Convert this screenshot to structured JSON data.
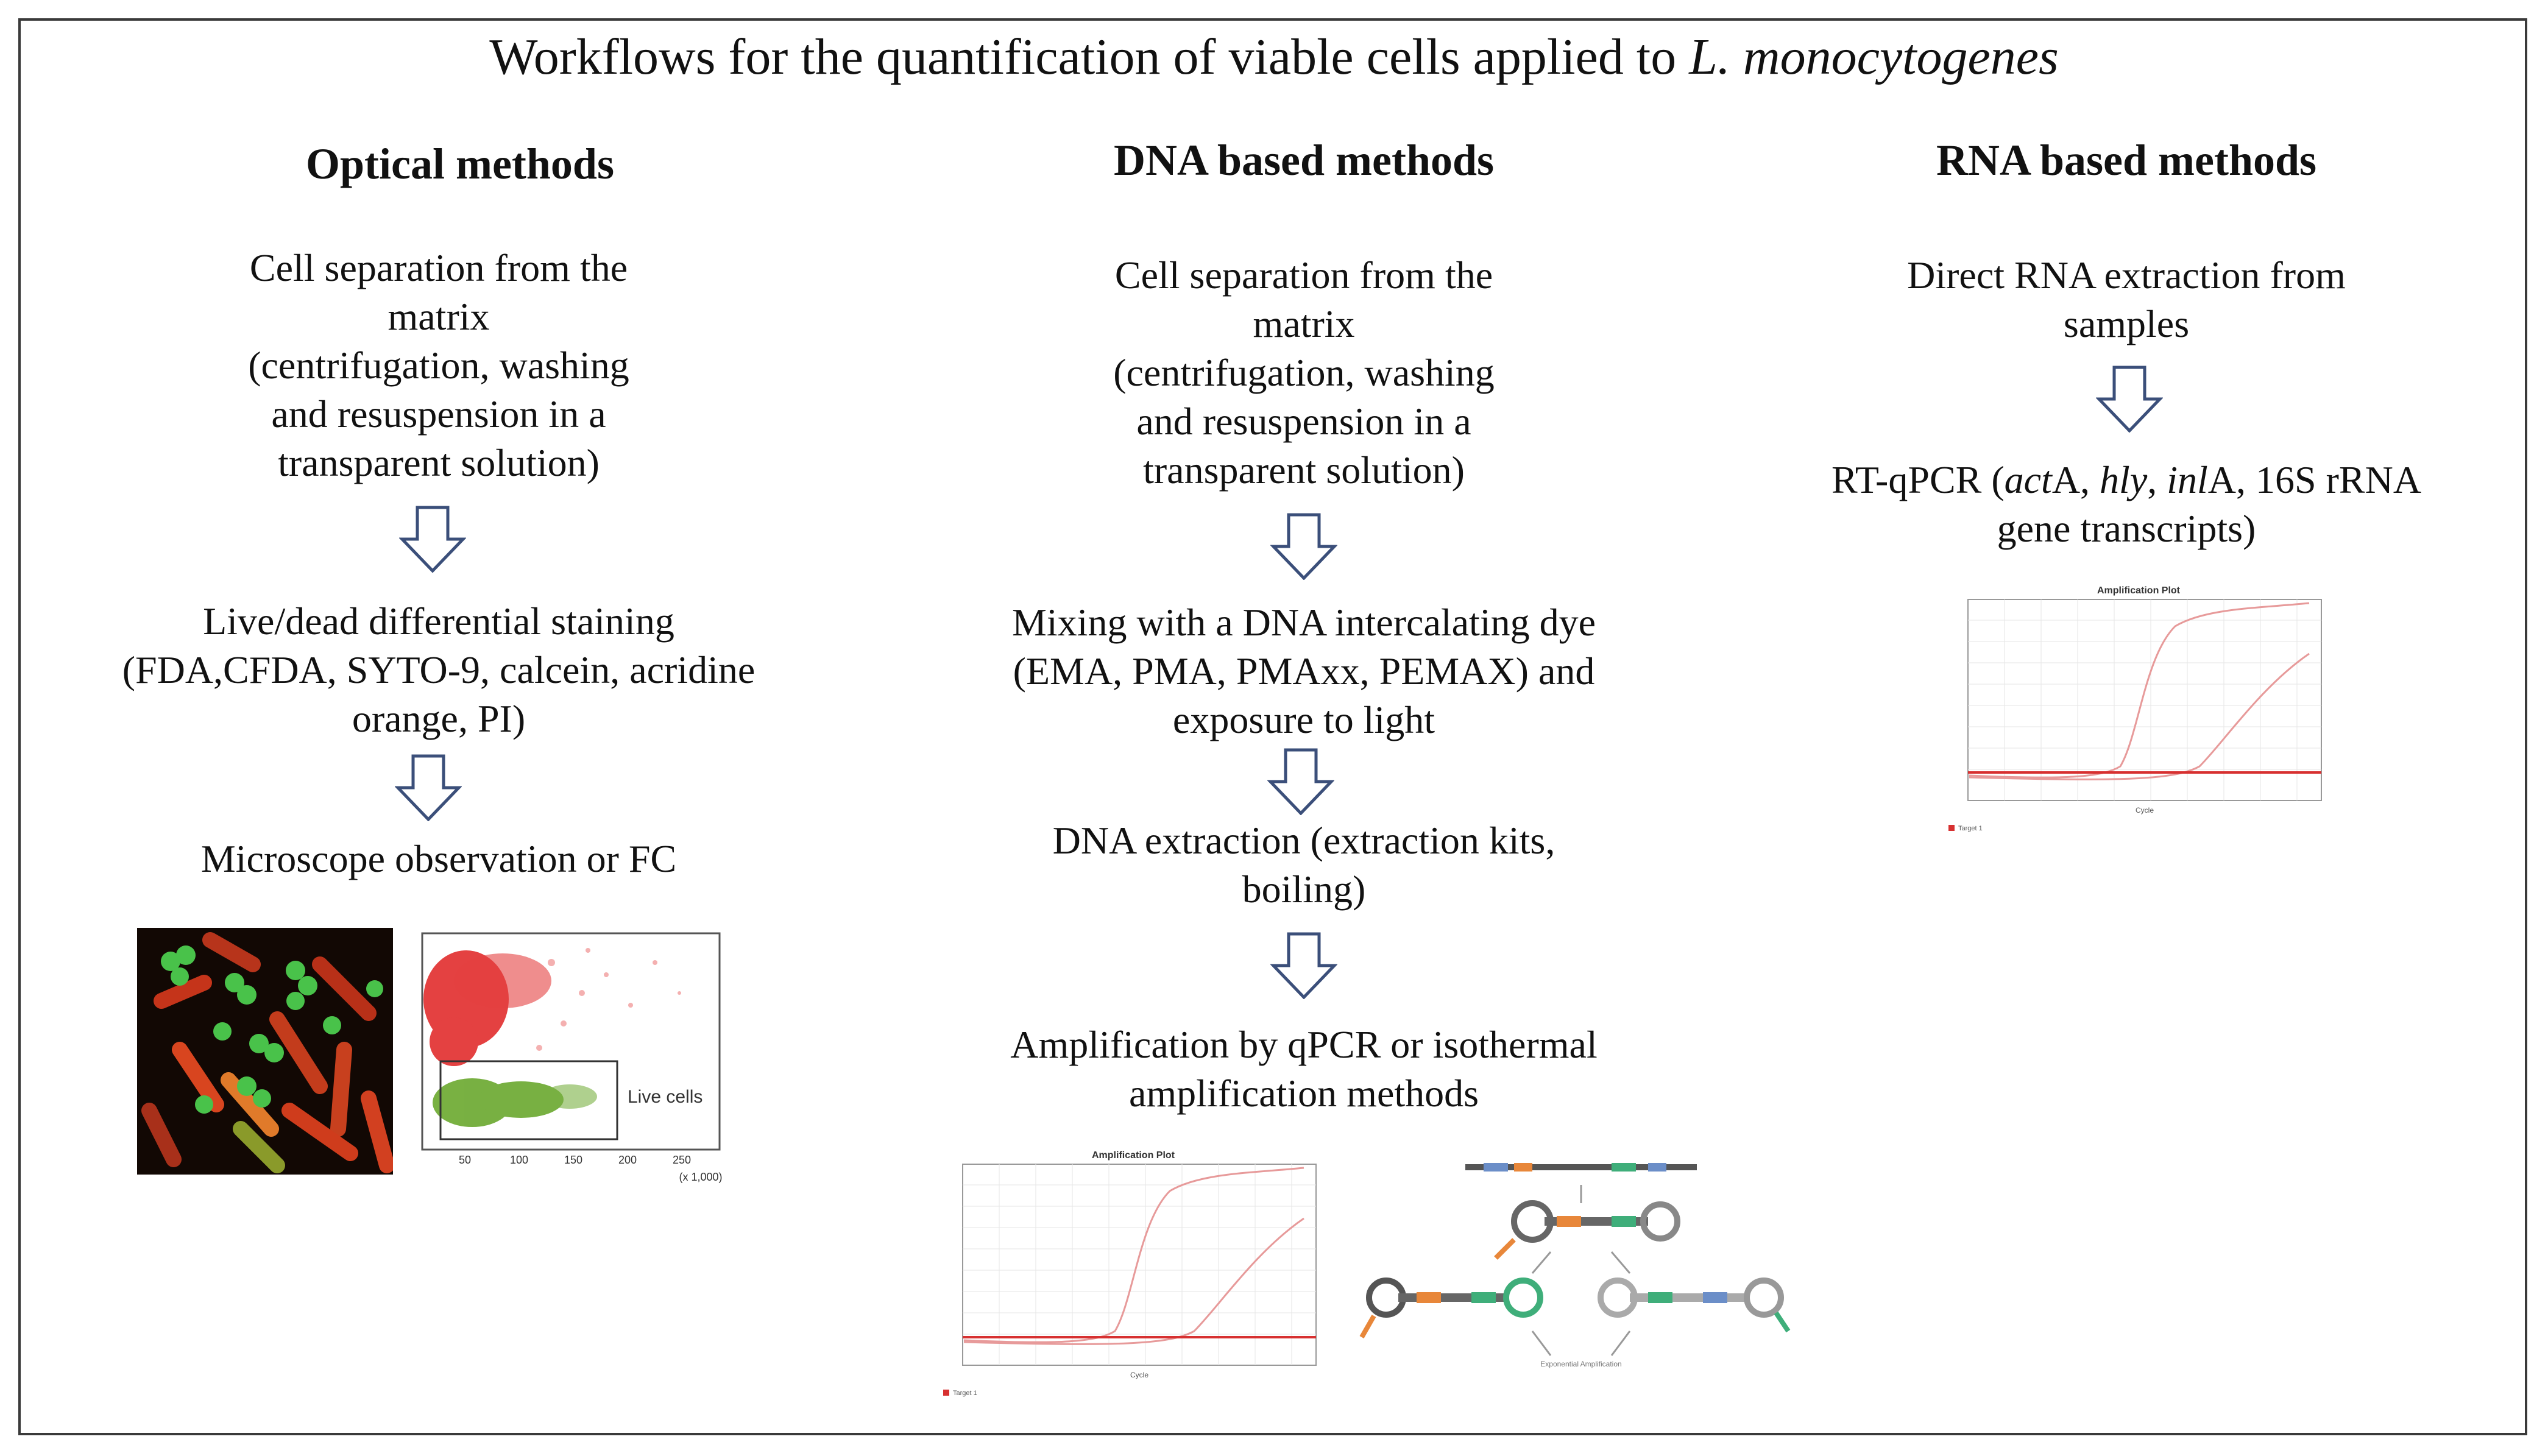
{
  "title": {
    "prefix": "Workflows  for the quantification of viable  cells applied  to ",
    "species": "L. monocytogenes"
  },
  "optical": {
    "heading": "Optical methods",
    "step1": [
      "Cell separation from the",
      "matrix",
      "(centrifugation,  washing",
      "and resuspension in a",
      "transparent solution)"
    ],
    "step2": [
      "Live/dead differential staining",
      "(FDA,CFDA, SYTO-9, calcein, acridine",
      "orange, PI)"
    ],
    "step3": "Microscope observation or FC",
    "flow_plot": {
      "gate_label": "Live cells",
      "x_ticks": [
        "50",
        "100",
        "150",
        "200",
        "250"
      ],
      "x_unit": "(x 1,000)"
    }
  },
  "dna": {
    "heading": "DNA based methods",
    "step1": [
      "Cell separation from the",
      "matrix",
      "(centrifugation,  washing",
      "and resuspension in a",
      "transparent solution)"
    ],
    "step2": [
      "Mixing with a DNA intercalating  dye",
      "(EMA, PMA, PMAxx, PEMAX) and",
      "exposure to light"
    ],
    "step3": [
      "DNA extraction (extraction kits,",
      "boiling)"
    ],
    "step4": [
      "Amplification by qPCR or isothermal",
      "amplification  methods"
    ],
    "amp_plot": {
      "title": "Amplification Plot",
      "xlabel": "Cycle",
      "legend": "Target 1"
    },
    "lamp_diagram": {
      "bottom_label": "Exponential Amplification"
    }
  },
  "rna": {
    "heading": "RNA based methods",
    "step1": [
      "Direct RNA extraction from",
      "samples"
    ],
    "step2": {
      "pre": "RT-qPCR (",
      "g1": "act",
      "g1s": "A, ",
      "g2": "hly",
      "g2s": ", ",
      "g3": "inl",
      "g3s": "A, 16S rRNA",
      "line2": "gene transcripts)"
    },
    "amp_plot": {
      "title": "Amplification Plot",
      "xlabel": "Cycle",
      "legend": "Target 1"
    }
  },
  "colors": {
    "arrow": "#3b4f7a",
    "curve": "#e79a9a",
    "threshold": "#d73030"
  }
}
